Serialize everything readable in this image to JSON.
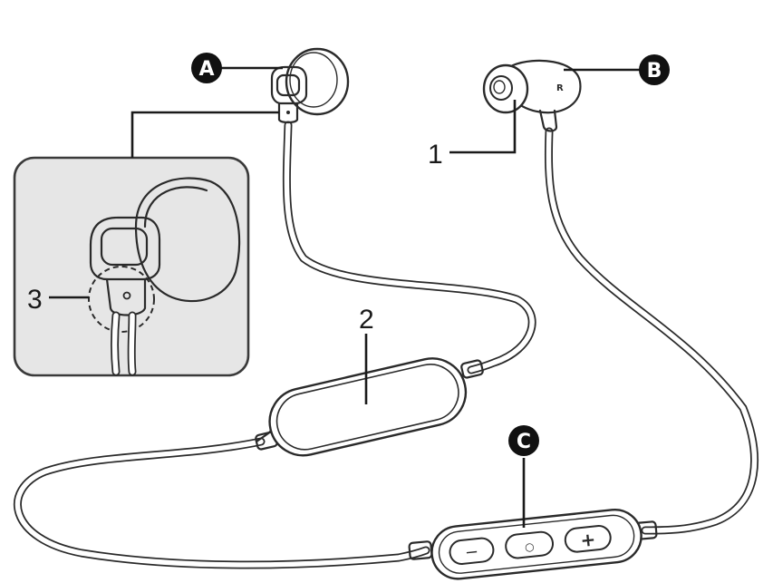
{
  "callouts": {
    "left_earbud": "A",
    "right_earbud": "B",
    "remote_control": "C"
  },
  "parts": {
    "earpiece": "1",
    "battery_unit": "2",
    "detail_marker": "3"
  },
  "remote_buttons": {
    "minus": "−",
    "center": "○",
    "plus": "+"
  },
  "earbud_mark": "R",
  "colors": {
    "line": "#2a2a2a",
    "inset_bg": "#e6e6e6",
    "badge": "#111111"
  }
}
